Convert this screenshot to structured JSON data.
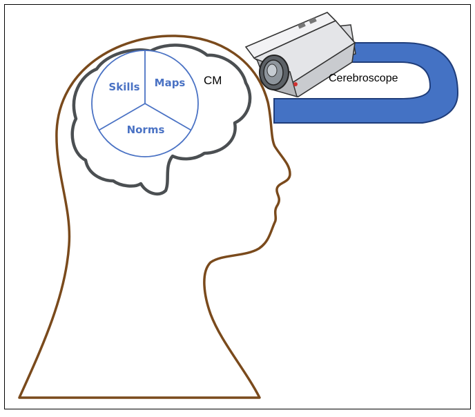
{
  "labels": {
    "brain_region": "CM",
    "device": "Cerebroscope",
    "segments": [
      "Skills",
      "Maps",
      "Norms"
    ]
  },
  "colors": {
    "head_outline": "#7a4a1c",
    "brain_outline": "#4b4f52",
    "circle": "#4a72c4",
    "cable": "#4472c4",
    "frame": "#000000"
  },
  "icons": {
    "device": "camera-icon"
  }
}
